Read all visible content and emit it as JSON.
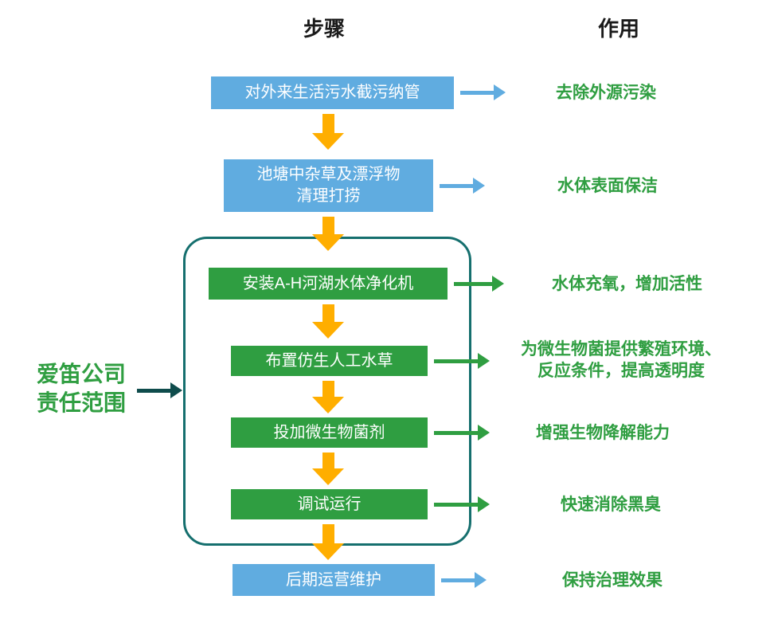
{
  "titles": {
    "steps": "步骤",
    "effect": "作用"
  },
  "left_annotation": {
    "text": "爱笛公司\n责任范围"
  },
  "colors": {
    "blue_box": "#60ACE0",
    "green_box": "#2F9E41",
    "orange_arrow": "#FFAE00",
    "teal_frame": "#156F6E",
    "effect_text": "#2F9E41",
    "dark_arrow": "#0F4C4C"
  },
  "steps": [
    {
      "label": "对外来生活污水截污纳管",
      "effect": "去除外源污染"
    },
    {
      "label": "池塘中杂草及漂浮物\n清理打捞",
      "effect": "水体表面保洁"
    },
    {
      "label": "安装A-H河湖水体净化机",
      "effect": "水体充氧，增加活性"
    },
    {
      "label": "布置仿生人工水草",
      "effect": "为微生物菌提供繁殖环境、\n反应条件，提高透明度"
    },
    {
      "label": "投加微生物菌剂",
      "effect": "增强生物降解能力"
    },
    {
      "label": "调试运行",
      "effect": "快速消除黑臭"
    },
    {
      "label": "后期运营维护",
      "effect": "保持治理效果"
    }
  ]
}
